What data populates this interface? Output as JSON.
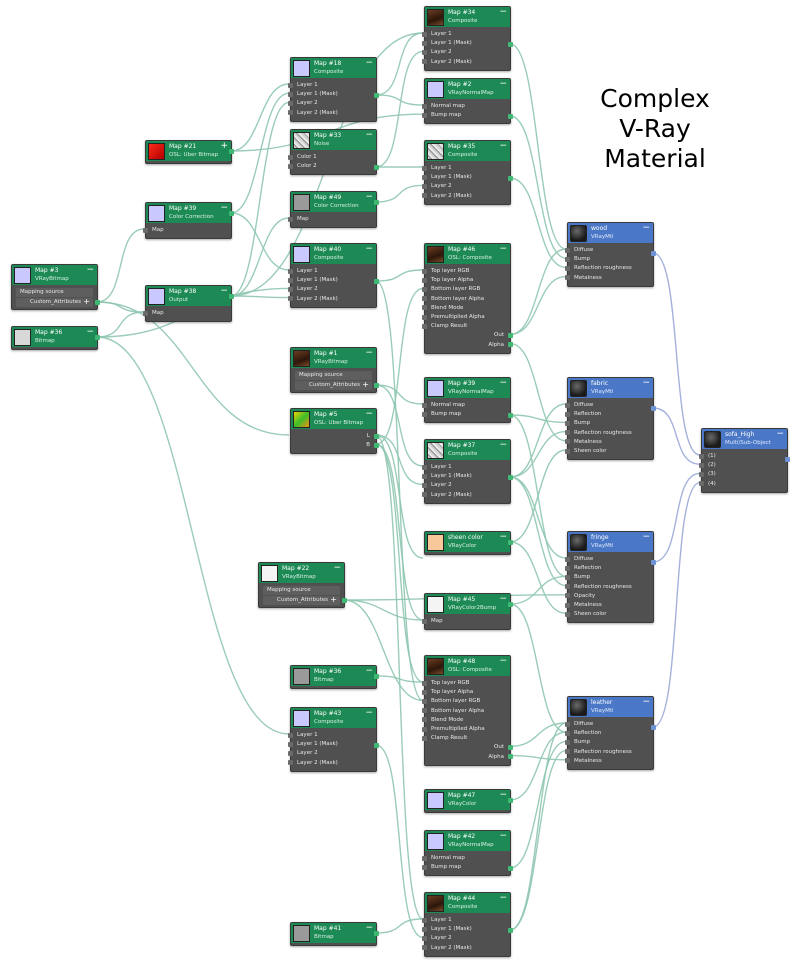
{
  "diagram_title": [
    "Complex",
    "V-Ray",
    "Material"
  ],
  "colors": {
    "wire": "#8fc7b0",
    "header_map": "#1d8a55",
    "header_material": "#4a78c6",
    "node_body": "#505050"
  },
  "nodes": [
    {
      "id": "n3",
      "title": "Map #3",
      "subtitle": "VRayBitmap",
      "thumb": "lavender",
      "kind": "map",
      "ctl": "−",
      "rows": [],
      "subs": [
        {
          "label": "Mapping source"
        },
        {
          "label": "Custom_Attributes",
          "plus": "+"
        }
      ]
    },
    {
      "id": "n36a",
      "title": "Map #36",
      "subtitle": "Bitmap",
      "thumb": "lightgray",
      "kind": "map",
      "ctl": "−",
      "rows": [],
      "subs": []
    },
    {
      "id": "n21",
      "title": "Map #21",
      "subtitle": "OSL: Uber Bitmap",
      "thumb": "red",
      "kind": "map",
      "ctl": "+",
      "rows": [],
      "subs": []
    },
    {
      "id": "n39a",
      "title": "Map #39",
      "subtitle": "Color Correction",
      "thumb": "lavender",
      "kind": "map",
      "ctl": "−",
      "rows": [
        "Map"
      ],
      "subs": []
    },
    {
      "id": "n38",
      "title": "Map #38",
      "subtitle": "Output",
      "thumb": "lavender",
      "kind": "map",
      "ctl": "−",
      "rows": [
        "Map"
      ],
      "subs": []
    },
    {
      "id": "n18",
      "title": "Map #18",
      "subtitle": "Composite",
      "thumb": "lavender",
      "kind": "map",
      "ctl": "−",
      "rows": [
        "Layer 1",
        "Layer 1 (Mask)",
        "Layer 2",
        "Layer 2 (Mask)"
      ],
      "subs": []
    },
    {
      "id": "n33",
      "title": "Map #33",
      "subtitle": "Noise",
      "thumb": "noise",
      "kind": "map",
      "ctl": "−",
      "rows": [
        "Color 1",
        "Color 2"
      ],
      "subs": []
    },
    {
      "id": "n49",
      "title": "Map #49",
      "subtitle": "Color Correction",
      "thumb": "gray",
      "kind": "map",
      "ctl": "−",
      "rows": [
        "Map"
      ],
      "subs": []
    },
    {
      "id": "n40",
      "title": "Map #40",
      "subtitle": "Composite",
      "thumb": "lavender",
      "kind": "map",
      "ctl": "−",
      "rows": [
        "Layer 1",
        "Layer 1 (Mask)",
        "Layer 2",
        "Layer 2 (Mask)"
      ],
      "subs": []
    },
    {
      "id": "n1",
      "title": "Map #1",
      "subtitle": "VRayBitmap",
      "thumb": "wood",
      "kind": "map",
      "ctl": "−",
      "rows": [],
      "subs": [
        {
          "label": "Mapping source"
        },
        {
          "label": "Custom_Attributes",
          "plus": "+"
        }
      ]
    },
    {
      "id": "n5",
      "title": "Map #5",
      "subtitle": "OSL: Uber Bitmap",
      "thumb": "rainbow",
      "kind": "map",
      "ctl": "−",
      "rows": [],
      "outs": [
        "L",
        "B"
      ],
      "subs": []
    },
    {
      "id": "n22",
      "title": "Map #22",
      "subtitle": "VRayBitmap",
      "thumb": "white",
      "kind": "map",
      "ctl": "−",
      "rows": [],
      "subs": [
        {
          "label": "Mapping source"
        },
        {
          "label": "Custom_Attributes",
          "plus": "+"
        }
      ]
    },
    {
      "id": "n36b",
      "title": "Map #36",
      "subtitle": "Bitmap",
      "thumb": "gray",
      "kind": "map",
      "ctl": "−",
      "rows": [],
      "subs": []
    },
    {
      "id": "n43",
      "title": "Map #43",
      "subtitle": "Composite",
      "thumb": "lavender",
      "kind": "map",
      "ctl": "−",
      "rows": [
        "Layer 1",
        "Layer 1 (Mask)",
        "Layer 2",
        "Layer 2 (Mask)"
      ],
      "subs": []
    },
    {
      "id": "n41",
      "title": "Map #41",
      "subtitle": "Bitmap",
      "thumb": "gray",
      "kind": "map",
      "ctl": "−",
      "rows": [],
      "subs": []
    },
    {
      "id": "n34",
      "title": "Map #34",
      "subtitle": "Composite",
      "thumb": "wood",
      "kind": "map",
      "ctl": "−",
      "rows": [
        "Layer 1",
        "Layer 1 (Mask)",
        "Layer 2",
        "Layer 2 (Mask)"
      ],
      "subs": []
    },
    {
      "id": "n2",
      "title": "Map #2",
      "subtitle": "VRayNormalMap",
      "thumb": "lavender",
      "kind": "map",
      "ctl": "−",
      "rows": [
        "Normal map",
        "Bump map"
      ],
      "subs": []
    },
    {
      "id": "n35",
      "title": "Map #35",
      "subtitle": "Composite",
      "thumb": "noise",
      "kind": "map",
      "ctl": "−",
      "rows": [
        "Layer 1",
        "Layer 1 (Mask)",
        "Layer 2",
        "Layer 2 (Mask)"
      ],
      "subs": []
    },
    {
      "id": "n46",
      "title": "Map #46",
      "subtitle": "OSL: Composite",
      "thumb": "wood",
      "kind": "map",
      "ctl": "−",
      "rows": [
        "Top layer RGB",
        "Top layer Alpha",
        "Bottom layer RGB",
        "Bottom layer Alpha",
        "Blend Mode",
        "Premultiplied Alpha",
        "Clamp Result"
      ],
      "outs": [
        "Out",
        "Alpha"
      ],
      "subs": []
    },
    {
      "id": "n39b",
      "title": "Map #39",
      "subtitle": "VRayNormalMap",
      "thumb": "lavender",
      "kind": "map",
      "ctl": "−",
      "rows": [
        "Normal map",
        "Bump map"
      ],
      "subs": []
    },
    {
      "id": "n37",
      "title": "Map #37",
      "subtitle": "Composite",
      "thumb": "noise",
      "kind": "map",
      "ctl": "−",
      "rows": [
        "Layer 1",
        "Layer 1 (Mask)",
        "Layer 2",
        "Layer 2 (Mask)"
      ],
      "subs": []
    },
    {
      "id": "nsheen",
      "title": "sheen color",
      "subtitle": "VRayColor",
      "thumb": "peach",
      "kind": "map",
      "ctl": "−",
      "rows": [],
      "subs": []
    },
    {
      "id": "n45",
      "title": "Map #45",
      "subtitle": "VRayColor2Bump",
      "thumb": "white",
      "kind": "map",
      "ctl": "−",
      "rows": [
        "Map"
      ],
      "subs": []
    },
    {
      "id": "n48",
      "title": "Map #48",
      "subtitle": "OSL: Composite",
      "thumb": "wood",
      "kind": "map",
      "ctl": "−",
      "rows": [
        "Top layer RGB",
        "Top layer Alpha",
        "Bottom layer RGB",
        "Bottom layer Alpha",
        "Blend Mode",
        "Premultiplied Alpha",
        "Clamp Result"
      ],
      "outs": [
        "Out",
        "Alpha"
      ],
      "subs": []
    },
    {
      "id": "n47",
      "title": "Map #47",
      "subtitle": "VRayColor",
      "thumb": "lavender",
      "kind": "map",
      "ctl": "−",
      "rows": [],
      "subs": []
    },
    {
      "id": "n42",
      "title": "Map #42",
      "subtitle": "VRayNormalMap",
      "thumb": "lavender",
      "kind": "map",
      "ctl": "−",
      "rows": [
        "Normal map",
        "Bump map"
      ],
      "subs": []
    },
    {
      "id": "n44",
      "title": "Map #44",
      "subtitle": "Composite",
      "thumb": "wood",
      "kind": "map",
      "ctl": "−",
      "rows": [
        "Layer 1",
        "Layer 1 (Mask)",
        "Layer 2",
        "Layer 2 (Mask)"
      ],
      "subs": []
    },
    {
      "id": "mwood",
      "title": "wood",
      "subtitle": "VRayMtl",
      "thumb": "ball",
      "kind": "mat",
      "ctl": "−",
      "rows": [
        "Diffuse",
        "Bump",
        "Reflection roughness",
        "Metalness"
      ],
      "subs": []
    },
    {
      "id": "mfabric",
      "title": "fabric",
      "subtitle": "VRayMtl",
      "thumb": "ball",
      "kind": "mat",
      "ctl": "−",
      "rows": [
        "Diffuse",
        "Reflection",
        "Bump",
        "Reflection roughness",
        "Metalness",
        "Sheen color"
      ],
      "subs": []
    },
    {
      "id": "mfringe",
      "title": "fringe",
      "subtitle": "VRayMtl",
      "thumb": "ball",
      "kind": "mat",
      "ctl": "−",
      "rows": [
        "Diffuse",
        "Reflection",
        "Bump",
        "Reflection roughness",
        "Opacity",
        "Metalness",
        "Sheen color"
      ],
      "subs": []
    },
    {
      "id": "mleather",
      "title": "leather",
      "subtitle": "VRayMtl",
      "thumb": "ball",
      "kind": "mat",
      "ctl": "−",
      "rows": [
        "Diffuse",
        "Reflection",
        "Bump",
        "Reflection roughness",
        "Metalness"
      ],
      "subs": []
    },
    {
      "id": "msofa",
      "title": "sofa_High",
      "subtitle": "Multi/Sub-Object",
      "thumb": "ball",
      "kind": "mat",
      "ctl": "−",
      "rows": [
        "(1)",
        "(2)",
        "(3)",
        "(4)"
      ],
      "subs": []
    }
  ]
}
